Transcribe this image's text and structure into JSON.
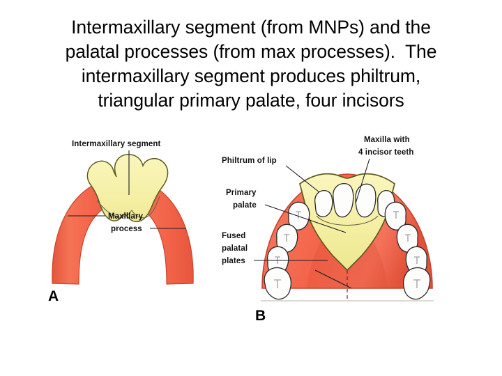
{
  "slide": {
    "background_color": "#ffffff",
    "title_lines": [
      "Intermaxillary segment (from MNPs) and the",
      "palatal processes (from max processes).  The",
      "intermaxillary segment produces philtrum,",
      "triangular primary palate, four incisors"
    ]
  },
  "palette": {
    "maxillary_red": "#F4664B",
    "maxillary_red_dark": "#E8543A",
    "intermaxillary_yellow": "#F6F1A8",
    "intermaxillary_yellow_edge": "#5E5A20",
    "tooth_white": "#FDFDFB",
    "outline_black": "#2A2A2A",
    "leader_line": "#1B1B28",
    "midline_dashed": "#6D2A1C",
    "text_black": "#000000"
  },
  "figure": {
    "panel_a": {
      "letter": "A",
      "labels": [
        {
          "id": "intermaxillary-segment",
          "text": "Intermaxillary segment"
        },
        {
          "id": "maxillary-process-line1",
          "text": "Maxillary"
        },
        {
          "id": "maxillary-process-line2",
          "text": "process"
        }
      ],
      "regions": [
        {
          "id": "intermaxillary-segment-region",
          "color": "#F6F1A8"
        },
        {
          "id": "maxillary-process-left",
          "color": "#F4664B"
        },
        {
          "id": "maxillary-process-right",
          "color": "#F4664B"
        }
      ]
    },
    "panel_b": {
      "letter": "B",
      "labels": [
        {
          "id": "philtrum-of-lip",
          "text": "Philtrum of lip"
        },
        {
          "id": "maxilla-with-line1",
          "text": "Maxilla with"
        },
        {
          "id": "maxilla-with-line2",
          "text": "4 incisor teeth"
        },
        {
          "id": "primary-palate-line1",
          "text": "Primary"
        },
        {
          "id": "primary-palate-line2",
          "text": "palate"
        },
        {
          "id": "fused-palatal-plates-line1",
          "text": "Fused"
        },
        {
          "id": "fused-palatal-plates-line2",
          "text": "palatal"
        },
        {
          "id": "fused-palatal-plates-line3",
          "text": "plates"
        }
      ],
      "counts": {
        "incisor_teeth": 4,
        "posterior_teeth_per_side": 4
      },
      "regions": [
        {
          "id": "primary-palate-region",
          "color": "#F6F1A8"
        },
        {
          "id": "fused-palatal-plates-region",
          "color": "#F4664B"
        }
      ]
    }
  }
}
